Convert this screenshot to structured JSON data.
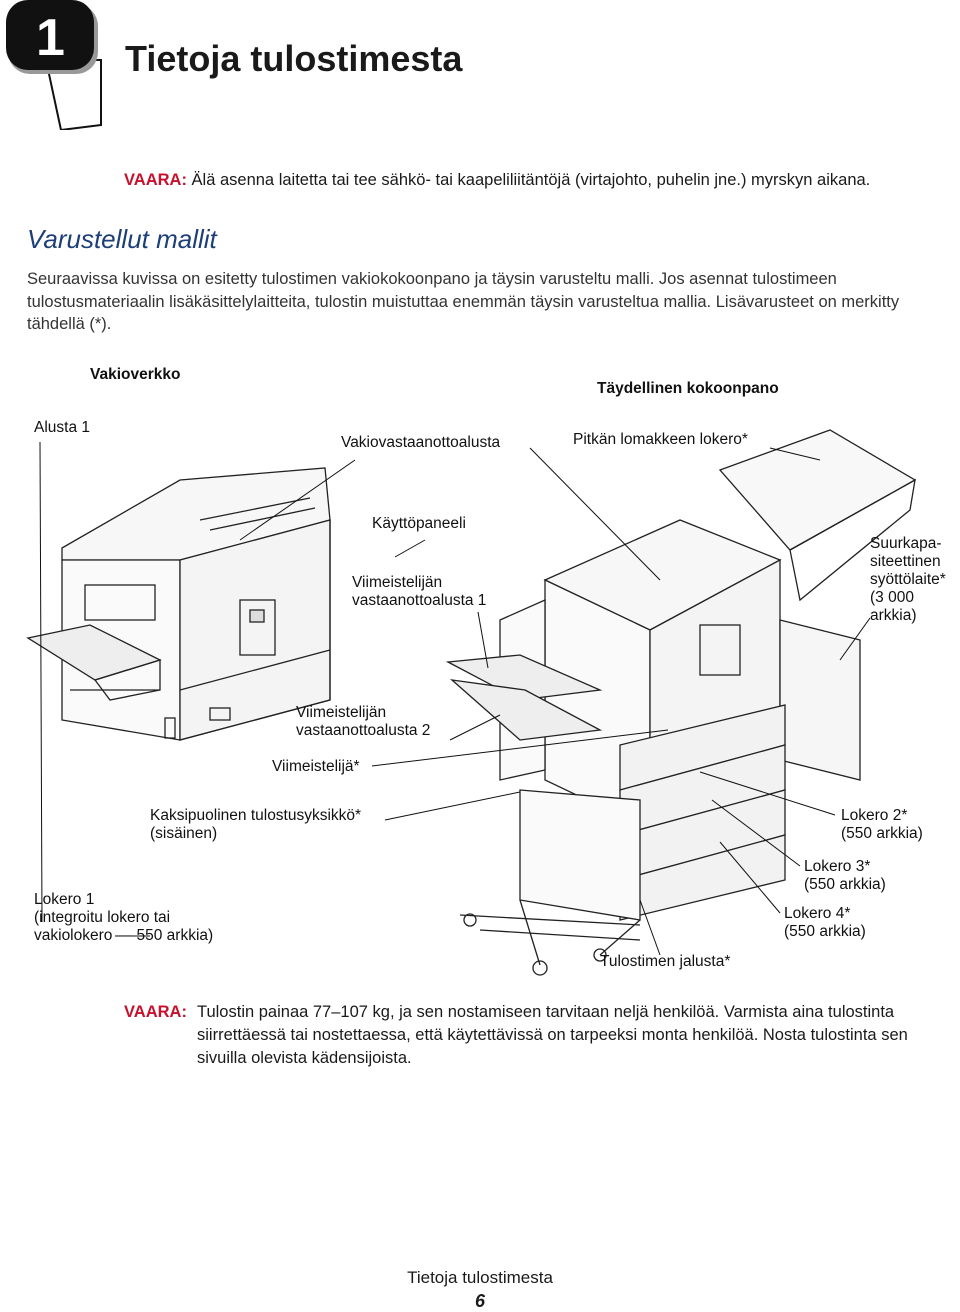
{
  "chapter": {
    "number": "1",
    "title": "Tietoja tulostimesta"
  },
  "warning_top": {
    "label": "VAARA:",
    "text": "Älä asenna laitetta tai tee sähkö- tai kaapeliliitäntöjä (virtajohto, puhelin jne.) myrskyn aikana."
  },
  "section": {
    "title": "Varustellut mallit",
    "intro": "Seuraavissa kuvissa on esitetty tulostimen vakiokokoonpano ja täysin varusteltu malli. Jos asennat tulostimeen tulostusmateriaalin lisäkäsittelylaitteita, tulostin muistuttaa enemmän täysin varusteltua mallia. Lisävarusteet on merkitty tähdellä (*)."
  },
  "figure": {
    "heading_standard": "Vakioverkko",
    "heading_full": "Täydellinen kokoonpano",
    "labels": {
      "alusta1": "Alusta 1",
      "vakiovastaanottoalusta": "Vakiovastaanottoalusta",
      "pitkan_lomakkeen_lokero": "Pitkän lomakkeen lokero*",
      "kayttopaneeli": "Käyttöpaneeli",
      "viimeistelijan_alusta1_l1": "Viimeistelijän",
      "viimeistelijan_alusta1_l2": "vastaanottoalusta 1",
      "suurkapasiteettinen_l1": "Suurkapa-",
      "suurkapasiteettinen_l2": "siteettinen",
      "suurkapasiteettinen_l3": "syöttölaite*",
      "suurkapasiteettinen_l4": "(3 000",
      "suurkapasiteettinen_l5": "arkkia)",
      "viimeistelijan_alusta2_l1": "Viimeistelijän",
      "viimeistelijan_alusta2_l2": "vastaanottoalusta 2",
      "viimeistelija": "Viimeistelijä*",
      "kaksipuolinen_l1": "Kaksipuolinen tulostusyksikkö*",
      "kaksipuolinen_l2": "(sisäinen)",
      "lokero2_l1": "Lokero 2*",
      "lokero2_l2": "(550 arkkia)",
      "lokero3_l1": "Lokero 3*",
      "lokero3_l2": "(550 arkkia)",
      "lokero4_l1": "Lokero 4*",
      "lokero4_l2": "(550 arkkia)",
      "lokero1_l1": "Lokero 1",
      "lokero1_l2": "(integroitu lokero tai",
      "lokero1_l3": "vakiolokero — 550 arkkia)",
      "jalusta": "Tulostimen jalusta*"
    }
  },
  "warning_bottom": {
    "label": "VAARA:",
    "line1": "Tulostin painaa 77–107 kg, ja sen nostamiseen tarvitaan neljä henkilöä. Varmista aina tulostinta",
    "line2": "siirrettäessä tai nostettaessa, että käytettävissä on tarpeeksi monta henkilöä. Nosta tulostinta sen",
    "line3": "sivuilla olevista kädensijoista."
  },
  "footer": {
    "title": "Tietoja tulostimesta",
    "page": "6"
  },
  "colors": {
    "warning": "#c8102e",
    "section_title": "#1d3f78"
  }
}
